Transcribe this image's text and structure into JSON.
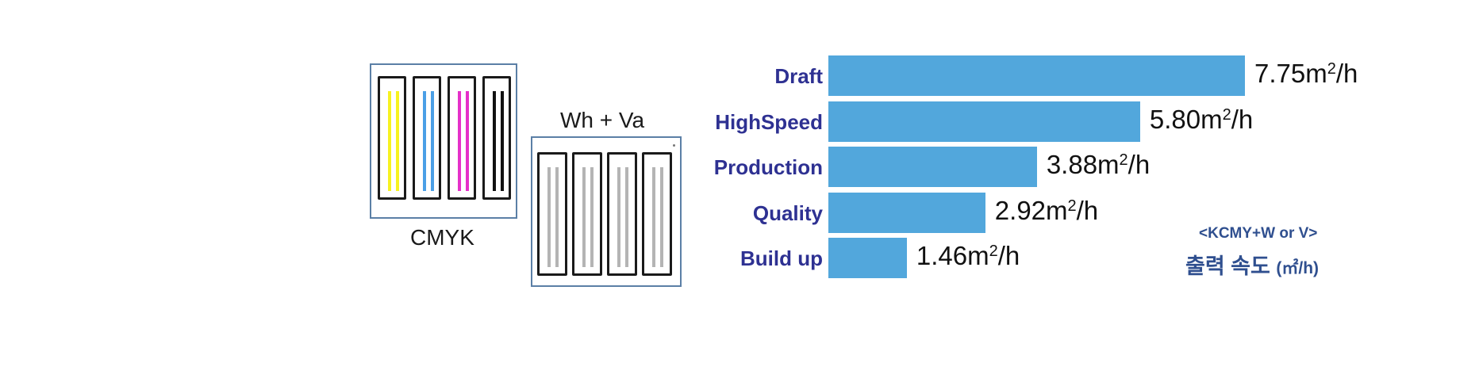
{
  "cartridges": {
    "cmyk_label": "CMYK",
    "white_varnish_label": "Wh + Va",
    "cmyk_colors": [
      "#f7f220",
      "#4a9fe6",
      "#e530c9",
      "#111111"
    ],
    "white_varnish_colors": [
      "#b4b4b4",
      "#b4b4b4",
      "#b4b4b4",
      "#b4b4b4"
    ]
  },
  "chart_data": {
    "type": "bar",
    "orientation": "horizontal",
    "categories": [
      "Draft",
      "HighSpeed",
      "Production",
      "Quality",
      "Build up"
    ],
    "values": [
      7.75,
      5.8,
      3.88,
      2.92,
      1.46
    ],
    "value_labels": [
      "7.75m",
      "5.80m",
      "3.88m",
      "2.92m",
      "1.46m"
    ],
    "value_unit_sup": "2",
    "value_unit_suffix": "/h",
    "bar_color": "#52a7dc",
    "category_color": "#2e3192",
    "xlim": [
      0,
      7.75
    ],
    "grid": false,
    "legend": {
      "line1": "<KCMY+W or V>",
      "line2_text": "출력 속도",
      "line2_unit": "(㎡/h)"
    }
  }
}
